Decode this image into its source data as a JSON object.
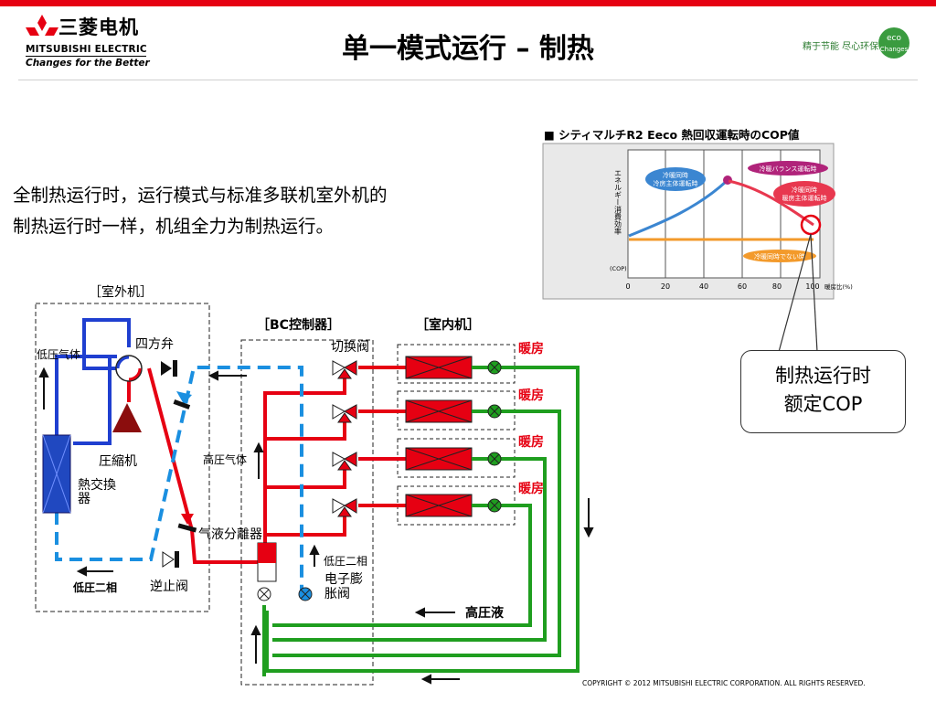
{
  "header": {
    "logo_cn": "三菱电机",
    "logo_en": "MITSUBISHI ELECTRIC",
    "logo_tagline": "Changes for the Better",
    "title": "单一模式运行 – 制热",
    "eco_slogan": "精于节能 尽心环保",
    "eco_badge_line1": "eco",
    "eco_badge_line2": "Changes",
    "accent_color": "#e60012"
  },
  "body_text": {
    "line1": "全制热运行时，运行模式与标准多联机室外机的",
    "line2": "制热运行时一样，机组全力为制热运行。"
  },
  "cop_chart": {
    "title": "■ シティマルチR2 Eeco 熱回収運転時のCOP値",
    "y_label": "エネルギー消費効率(COP)",
    "x_label": "暖房比(%)",
    "x_ticks": [
      "0",
      "20",
      "40",
      "60",
      "80",
      "100"
    ],
    "labels": {
      "cool_heat_cool_main": "冷暖同時\n冷房主体運転時",
      "balance": "冷暖バランス運転時",
      "cool_heat_heat_main": "冷暖同時\n暖房主体運転時",
      "not_simultaneous": "冷暖同時でない時"
    },
    "colors": {
      "cool_main": "#3b86d1",
      "balance": "#b0237a",
      "heat_main": "#e8384f",
      "non_simultaneous": "#f39a2b"
    }
  },
  "callout": {
    "line1": "制热运行时",
    "line2": "额定COP"
  },
  "diagram": {
    "outdoor_unit_label": "［室外机］",
    "bc_controller_label": "［BC控制器］",
    "indoor_unit_label": "［室内机］",
    "four_way_valve": "四方弁",
    "low_pressure_gas": "低压气体",
    "compressor": "圧縮机",
    "heat_exchanger": "熱交換\n器",
    "low_pressure_two_phase_outdoor": "低圧二相",
    "check_valve": "逆止阀",
    "gas_liquid_separator": "气液分離器",
    "high_pressure_gas": "高圧气体",
    "switch_valve": "切换阀",
    "low_pressure_two_phase_bc": "低圧二相",
    "expansion_valve": "电子膨\n胀阀",
    "high_pressure_liquid": "高圧液",
    "indoor_modes": [
      "暖房",
      "暖房",
      "暖房",
      "暖房"
    ],
    "colors": {
      "high_pressure_gas": "#e60012",
      "low_pressure": "#1f3fd0",
      "two_phase": "#1a8fe0",
      "liquid": "#1f9e1f"
    }
  },
  "footer": {
    "copyright": "COPYRIGHT © 2012 MITSUBISHI ELECTRIC CORPORATION. ALL RIGHTS RESERVED."
  }
}
